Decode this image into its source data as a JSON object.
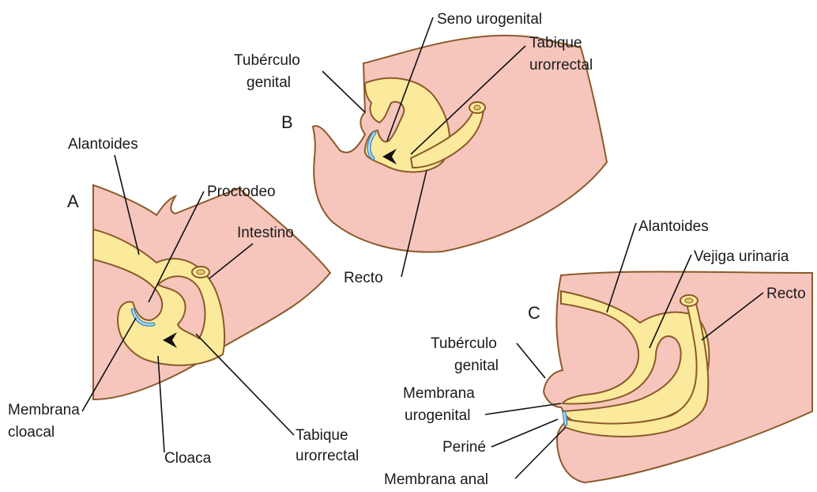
{
  "panels": {
    "A": {
      "letter": "A",
      "labels": {
        "alantoides": "Alantoides",
        "proctodeo": "Proctodeo",
        "intestino": "Intestino",
        "membrana_cloacal_1": "Membrana",
        "membrana_cloacal_2": "cloacal",
        "cloaca": "Cloaca",
        "tabique_1": "Tabique",
        "tabique_2": "urorrectal"
      }
    },
    "B": {
      "letter": "B",
      "labels": {
        "seno": "Seno urogenital",
        "tabique_1": "Tabique",
        "tabique_2": "urorrectal",
        "tuberculo_1": "Tubérculo",
        "tuberculo_2": "genital",
        "recto": "Recto"
      }
    },
    "C": {
      "letter": "C",
      "labels": {
        "alantoides": "Alantoides",
        "vejiga": "Vejiga urinaria",
        "recto": "Recto",
        "tuberculo_1": "Tubérculo",
        "tuberculo_2": "genital",
        "membrana_uro_1": "Membrana",
        "membrana_uro_2": "urogenital",
        "perine": "Periné",
        "membrana_anal": "Membrana anal"
      }
    }
  },
  "colors": {
    "tissue": "#f6c6bd",
    "endoderm": "#fbea9c",
    "outline": "#8a5a2a",
    "membrane": "#3f8fc8"
  }
}
